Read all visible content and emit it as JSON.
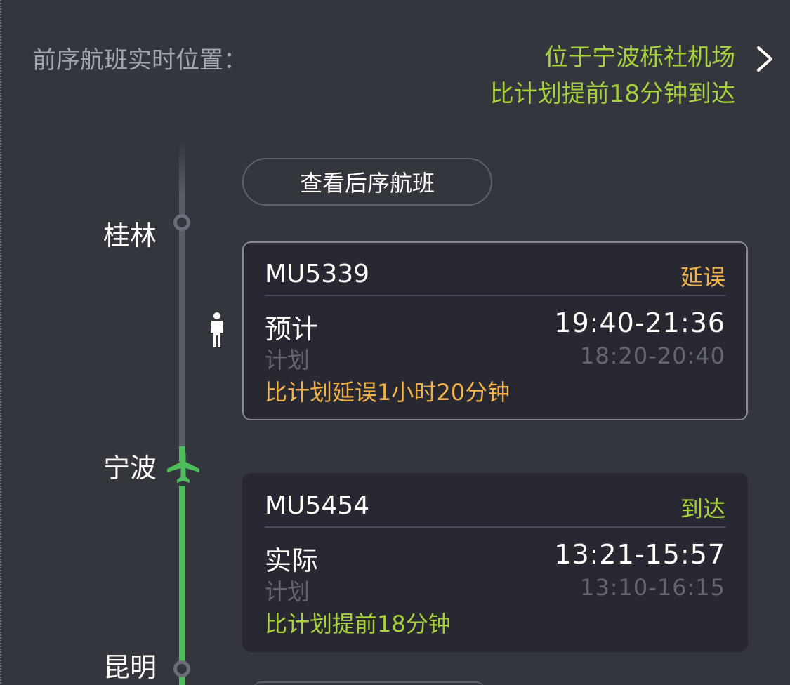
{
  "header": {
    "label": "前序航班实时位置：",
    "location": "位于宁波栎社机场",
    "arrival_note": "比计划提前18分钟到达"
  },
  "view_next_button": "查看后序航班",
  "cities": [
    "桂林",
    "宁波",
    "昆明"
  ],
  "icons": {
    "chevron": "chevron-right-icon",
    "plane": "plane-icon",
    "person": "person-icon"
  },
  "colors": {
    "background": "#34363e",
    "card": "#272831",
    "accent_green": "#a7d23e",
    "timeline_green": "#4cbd5a",
    "delay_orange": "#f2b24a"
  },
  "flights": [
    {
      "flight_no": "MU5339",
      "status": "延误",
      "status_color": "#f2b24a",
      "row_label": "预计",
      "row_time": "19:40-21:36",
      "plan_label": "计划",
      "plan_time": "18:20-20:40",
      "note": "比计划延误1小时20分钟"
    },
    {
      "flight_no": "MU5454",
      "status": "到达",
      "status_color": "#a7d23e",
      "row_label": "实际",
      "row_time": "13:21-15:57",
      "plan_label": "计划",
      "plan_time": "13:10-16:15",
      "note": "比计划提前18分钟"
    }
  ]
}
